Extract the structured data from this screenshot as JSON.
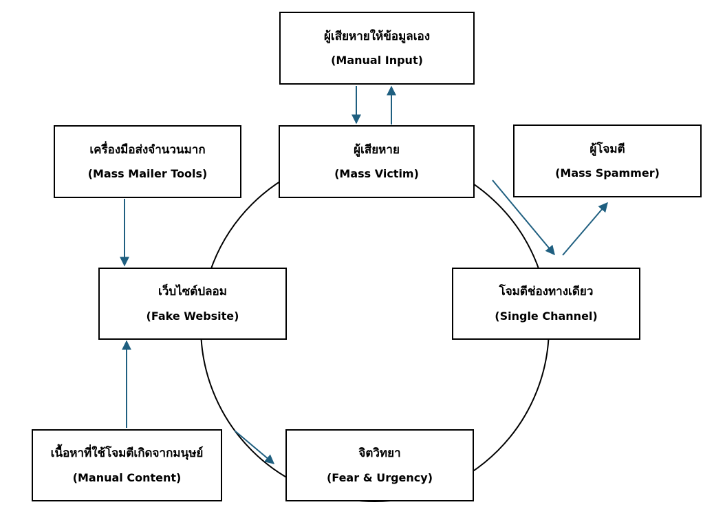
{
  "colors": {
    "arrow": "#1f5f80",
    "circle": "#000000",
    "box_border": "#000000"
  },
  "nodes": {
    "manual_input": {
      "th": "ผู้เสียหายให้ข้อมูลเอง",
      "en": "(Manual Input)"
    },
    "victim": {
      "th": "ผู้เสียหาย",
      "en": "(Mass Victim)"
    },
    "mailer": {
      "th": "เครื่องมือส่งจำนวนมาก",
      "en": "(Mass Mailer Tools)"
    },
    "spammer": {
      "th": "ผู้โจมตี",
      "en": "(Mass Spammer)"
    },
    "fake_website": {
      "th": "เว็บไซต์ปลอม",
      "en": "(Fake Website)"
    },
    "single_channel": {
      "th": "โจมตีช่องทางเดียว",
      "en": "(Single Channel)"
    },
    "manual_content": {
      "th": "เนื้อหาที่ใช้โจมตีเกิดจากมนุษย์",
      "en": "(Manual Content)"
    },
    "psychology": {
      "th": "จิตวิทยา",
      "en": "(Fear & Urgency)"
    }
  }
}
